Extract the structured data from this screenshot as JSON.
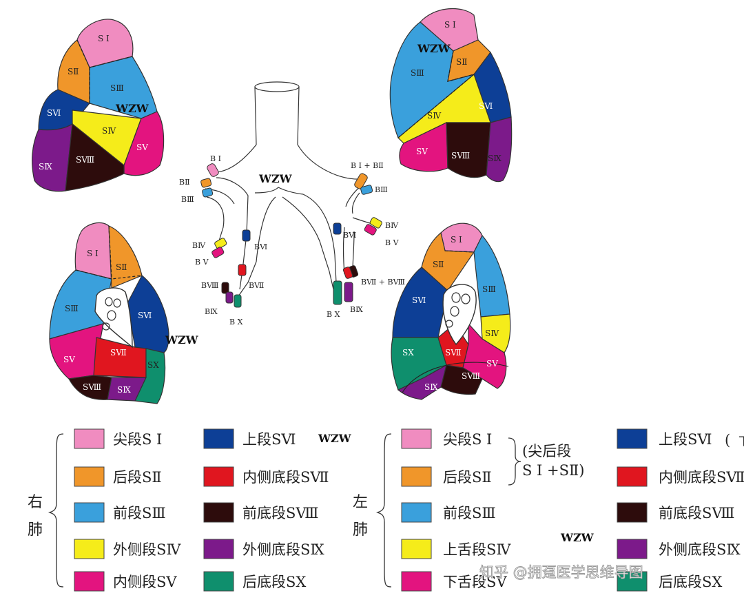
{
  "colors": {
    "apical": "#f08cc0",
    "posterior": "#f0962a",
    "anterior": "#3aa0dc",
    "lateral": "#f5ec1a",
    "medial": "#e3147f",
    "superior": "#0d3f96",
    "medial_basal": "#e0161f",
    "anterior_basal": "#2d0c0c",
    "lateral_basal": "#7c1a8a",
    "posterior_basal": "#0f8f6d"
  },
  "watermarks": [
    "WZW",
    "WZW",
    "WZW",
    "WZW",
    "WZW",
    "WZW"
  ],
  "zhihu_watermark": "知乎 @拥趸医学思维导图",
  "lungs": {
    "right_lateral": [
      "S Ⅰ",
      "SⅡ",
      "SⅢ",
      "SⅥ",
      "SⅣ",
      "SⅤ",
      "SⅨ",
      "SⅧ"
    ],
    "left_lateral": [
      "S Ⅰ",
      "SⅡ",
      "SⅢ",
      "SⅥ",
      "SⅣ",
      "SⅤ",
      "SⅧ",
      "SⅨ"
    ],
    "right_medial": [
      "S Ⅰ",
      "SⅡ",
      "SⅢ",
      "SⅥ",
      "SⅤ",
      "SⅦ",
      "SⅩ",
      "SⅧ",
      "SⅨ"
    ],
    "left_medial": [
      "S Ⅰ",
      "SⅡ",
      "SⅥ",
      "SⅢ",
      "SⅣ",
      "SⅩ",
      "SⅦ",
      "SⅤ",
      "SⅧ",
      "SⅨ"
    ]
  },
  "bronchi": {
    "right": [
      "B Ⅰ",
      "BⅡ",
      "BⅢ",
      "BⅣ",
      "B Ⅴ",
      "BⅥ",
      "BⅧ",
      "BⅦ",
      "BⅨ",
      "B Ⅹ"
    ],
    "left": [
      "B Ⅰ + BⅡ",
      "BⅢ",
      "BⅣ",
      "B Ⅴ",
      "BⅥ",
      "BⅦ + BⅧ",
      "B Ⅹ",
      "BⅨ"
    ]
  },
  "legend": {
    "right_label": [
      "右",
      "肺"
    ],
    "left_label": [
      "左",
      "肺"
    ],
    "right_items": [
      {
        "text": "尖段S Ⅰ",
        "color": "#f08cc0"
      },
      {
        "text": "后段SⅡ",
        "color": "#f0962a"
      },
      {
        "text": "前段SⅢ",
        "color": "#3aa0dc"
      },
      {
        "text": "外侧段SⅣ",
        "color": "#f5ec1a"
      },
      {
        "text": "内侧段SⅤ",
        "color": "#e3147f"
      },
      {
        "text": "上段SⅥ",
        "color": "#0d3f96"
      },
      {
        "text": "内侧底段SⅦ",
        "color": "#e0161f"
      },
      {
        "text": "前底段SⅧ",
        "color": "#2d0c0c"
      },
      {
        "text": "外侧底段SⅨ",
        "color": "#7c1a8a"
      },
      {
        "text": "后底段SⅩ",
        "color": "#0f8f6d"
      }
    ],
    "left_items": [
      {
        "text": "尖段S Ⅰ",
        "color": "#f08cc0"
      },
      {
        "text": "后段SⅡ",
        "color": "#f0962a"
      },
      {
        "text": "前段SⅢ",
        "color": "#3aa0dc"
      },
      {
        "text": "上舌段SⅣ",
        "color": "#f5ec1a"
      },
      {
        "text": "下舌段SⅤ",
        "color": "#e3147f"
      },
      {
        "text": "上段SⅥ",
        "color": "#0d3f96"
      },
      {
        "text": "内侧底段SⅦ",
        "color": "#e0161f"
      },
      {
        "text": "前底段SⅧ",
        "color": "#2d0c0c"
      },
      {
        "text": "外侧底段SⅨ",
        "color": "#7c1a8a"
      },
      {
        "text": "后底段SⅩ",
        "color": "#0f8f6d"
      }
    ],
    "left_note": [
      "(尖后段",
      "S Ⅰ +SⅡ)"
    ],
    "left_paren_fragment": "(",
    "left_cut_fragment": "下"
  }
}
